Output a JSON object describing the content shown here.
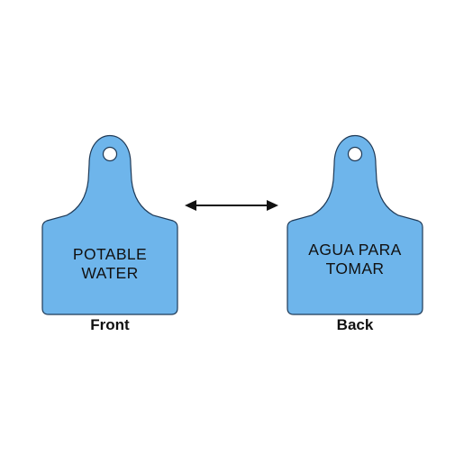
{
  "colors": {
    "tag_fill": "#6EB5EB",
    "tag_stroke": "#1f3a57",
    "text": "#111111",
    "arrow": "#111111"
  },
  "front": {
    "line1": "POTABLE",
    "line2": "WATER",
    "caption": "Front"
  },
  "back": {
    "line1": "AGUA PARA",
    "line2": "TOMAR",
    "caption": "Back"
  },
  "icons": {
    "swap": "double-headed-arrow-icon",
    "tag_hole": "punch-hole-icon"
  }
}
